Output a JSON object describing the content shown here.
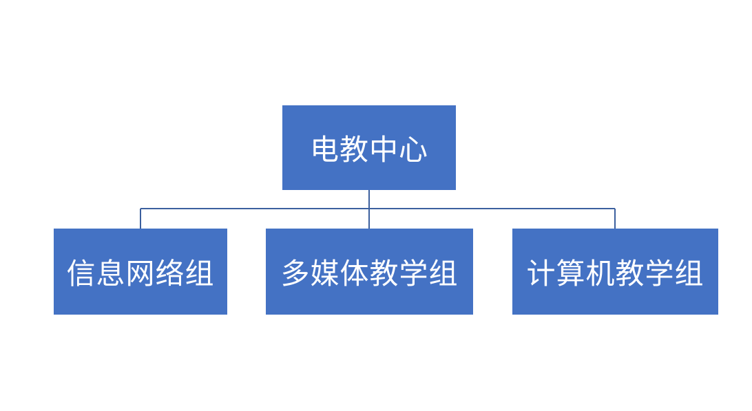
{
  "colors": {
    "node_fill": "#4472c4",
    "connector": "#3b5f9e",
    "text": "#ffffff"
  },
  "org_chart": {
    "root": {
      "label": "电教中心"
    },
    "children": [
      {
        "label": "信息网络组"
      },
      {
        "label": "多媒体教学组"
      },
      {
        "label": "计算机教学组"
      }
    ]
  }
}
